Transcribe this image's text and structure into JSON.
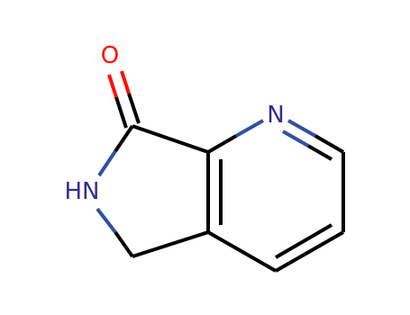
{
  "molecule": {
    "atoms": {
      "oxygen": "O",
      "nitrogen_ring": "N",
      "nitrogen_amide": "HN"
    },
    "colors": {
      "carbon_bond": "#000000",
      "oxygen": "#ff0d0d",
      "nitrogen": "#3050a0",
      "nitrogen_text": "#2f2f8f"
    }
  }
}
